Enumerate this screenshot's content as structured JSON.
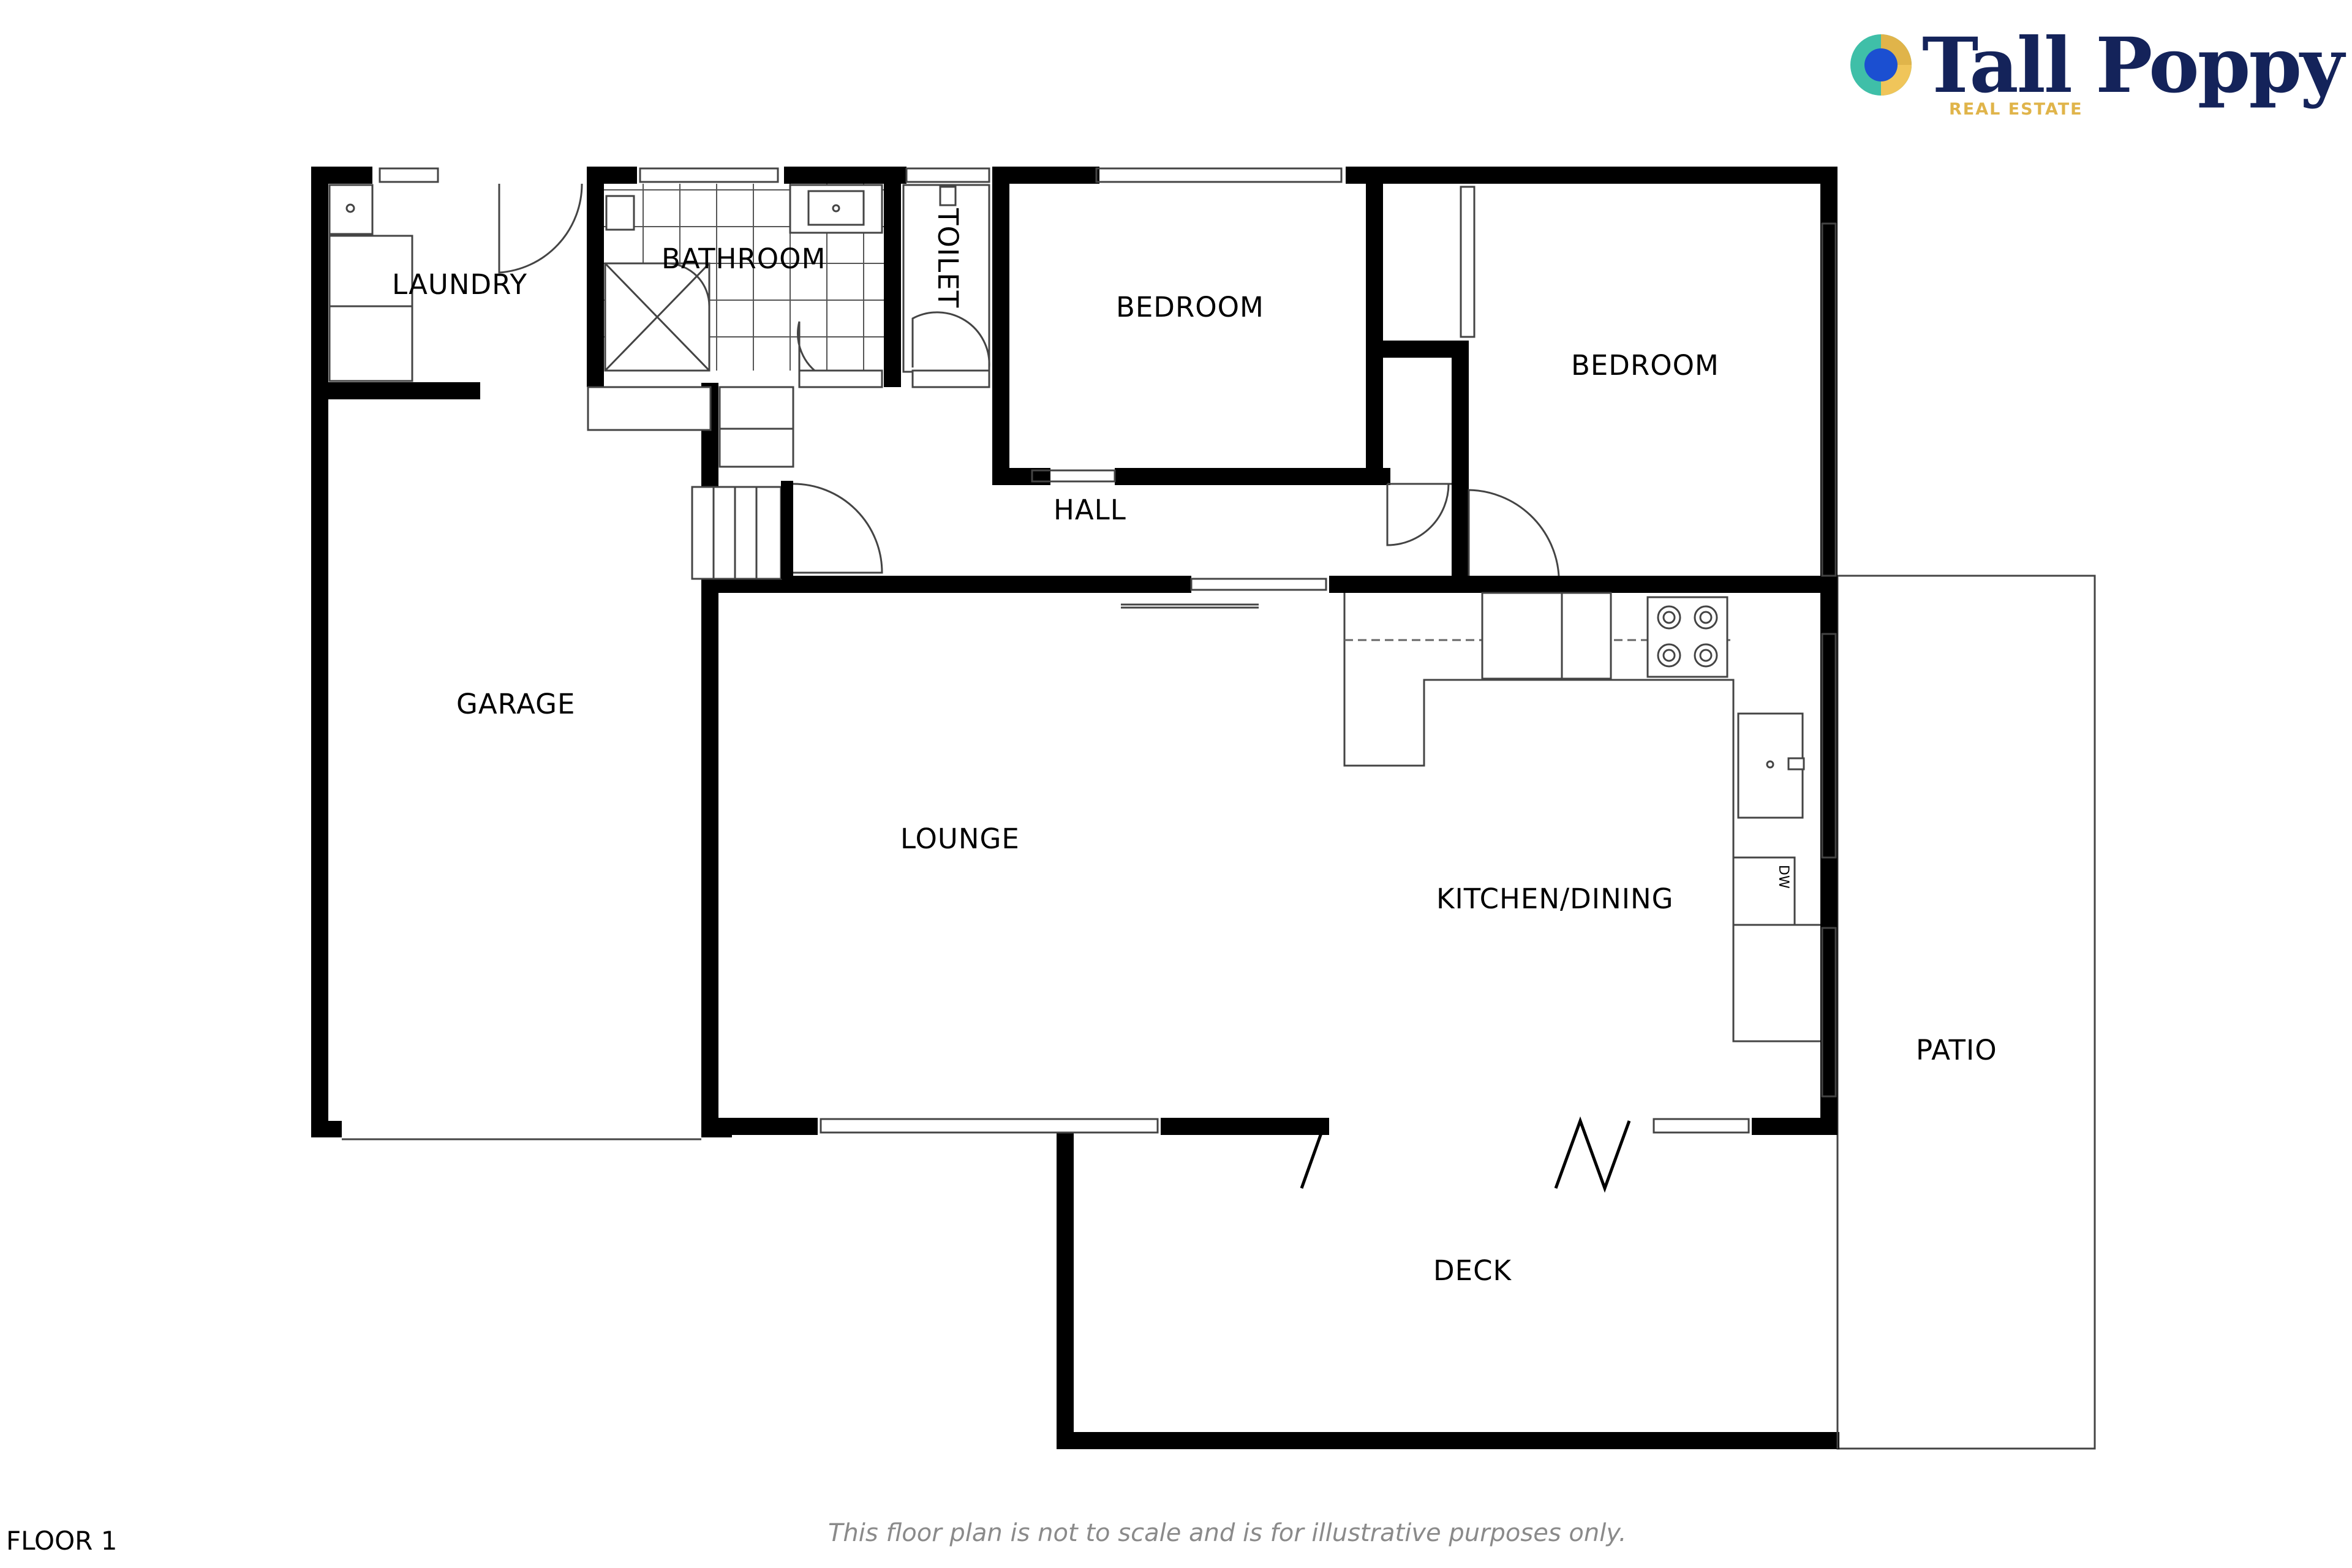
{
  "brand": {
    "name": "Tall Poppy",
    "sub": "REAL ESTATE",
    "colors": {
      "navy": "#14235a",
      "gold": "#e0b44a",
      "teal": "#3fbfa8",
      "blue": "#1b4fd1"
    }
  },
  "floor_label": "FLOOR 1",
  "disclaimer": "This floor plan is not to scale and is for illustrative purposes only.",
  "rooms": {
    "laundry": "LAUNDRY",
    "bathroom": "BATHROOM",
    "toilet": "TOILET",
    "bedroom_1": "BEDROOM",
    "bedroom_2": "BEDROOM",
    "hall": "HALL",
    "garage": "GARAGE",
    "lounge": "LOUNGE",
    "kitchen_dining": "KITCHEN/DINING",
    "patio": "PATIO",
    "deck": "DECK"
  },
  "fixtures": {
    "dishwasher": "DW"
  },
  "icons": [
    "tall-poppy-logo-icon",
    "door-swing-icon",
    "stair-icon",
    "cooktop-icon",
    "sink-icon",
    "shower-icon"
  ]
}
